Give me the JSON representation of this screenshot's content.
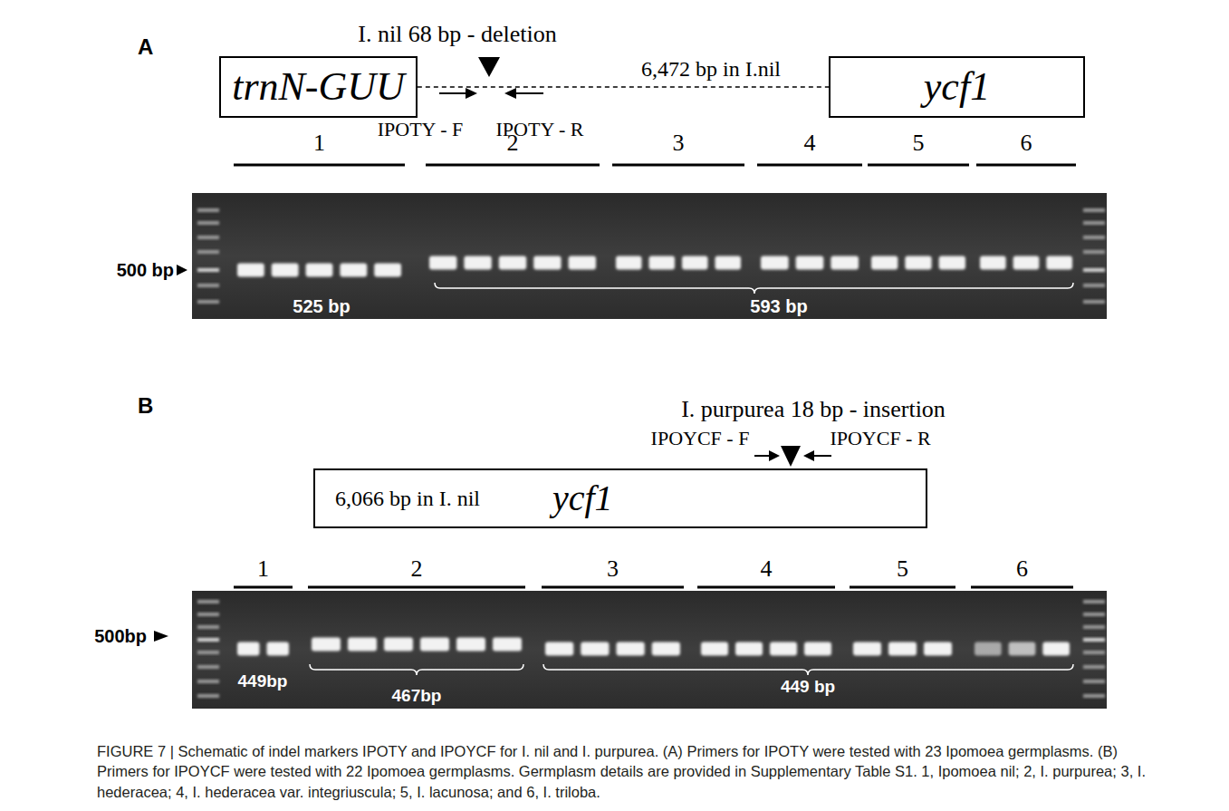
{
  "diagram": {
    "caption": "FIGURE 7 | Schematic of indel markers IPOTY and IPOYCF for I. nil and I. purpurea. (A) Primers for IPOTY were tested with 23 Ipomoea germplasms. (B) Primers for IPOYCF were tested with 22 Ipomoea germplasms. Germplasm details are provided in Supplementary Table S1. 1, Ipomoea nil; 2, I. purpurea; 3, I. hederacea; 4, I. hederacea var. integriuscula; 5, I. lacunosa; and 6, I. triloba.",
    "nodes": [
      {
        "text": [
          "trnN-GUU"
        ]
      },
      {
        "text": [
          "ycf1"
        ]
      },
      {
        "text": [
          "6,066 bp in I. nil",
          "ycf1"
        ]
      }
    ],
    "edges": [
      {
        "from": 0,
        "to": 1,
        "arrow": "none",
        "label": "6,472 bp in I.nil"
      }
    ],
    "labels": [
      "A",
      "I. nil 68 bp - deletion",
      "IPOTY - F",
      "IPOTY - R",
      "1",
      "2",
      "3",
      "4",
      "5",
      "6",
      "500 bp",
      "525 bp",
      "593 bp",
      "B",
      "I. purpurea 18 bp - insertion",
      "IPOYCF - F",
      "IPOYCF - R",
      "1",
      "2",
      "3",
      "4",
      "5",
      "6",
      "500bp",
      "449bp",
      "467bp",
      "449 bp"
    ]
  }
}
